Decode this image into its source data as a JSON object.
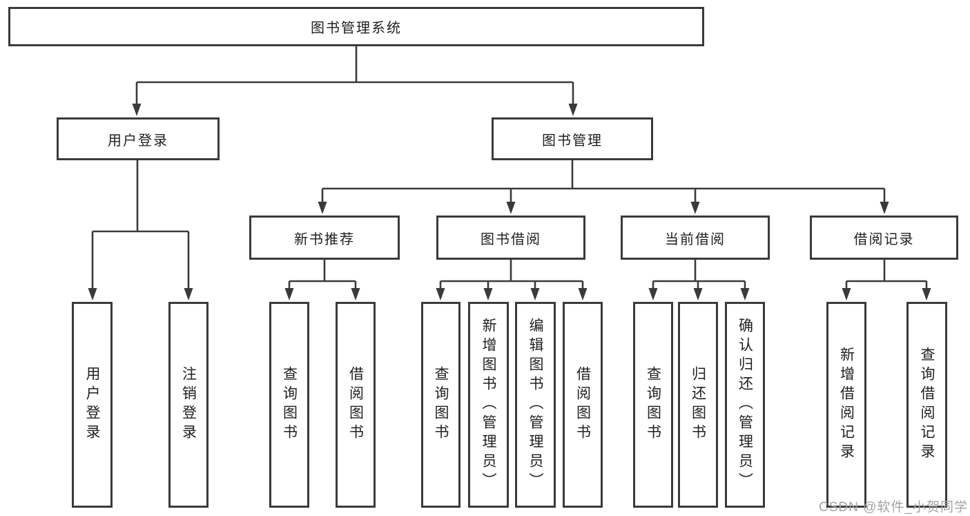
{
  "diagram": {
    "title_node": "图书管理系统",
    "level2": [
      {
        "label": "用户登录"
      },
      {
        "label": "图书管理"
      }
    ],
    "level3": [
      {
        "label": "新书推荐"
      },
      {
        "label": "图书借阅"
      },
      {
        "label": "当前借阅"
      },
      {
        "label": "借阅记录"
      }
    ],
    "leaves": [
      {
        "label": "用户登录"
      },
      {
        "label": "注销登录"
      },
      {
        "label": "查询图书"
      },
      {
        "label": "借阅图书"
      },
      {
        "label": "查询图书"
      },
      {
        "label": "新增图书（管理员）"
      },
      {
        "label": "编辑图书（管理员）"
      },
      {
        "label": "借阅图书"
      },
      {
        "label": "查询图书"
      },
      {
        "label": "归还图书"
      },
      {
        "label": "确认归还（管理员）"
      },
      {
        "label": "新增借阅记录"
      },
      {
        "label": "查询借阅记录"
      }
    ]
  },
  "watermark": "CSDN @软件_小贺同学",
  "colors": {
    "line": "#3a3a3a",
    "text": "#1f1f1f",
    "watermark": "#a3a3a3",
    "box_fill": "#ffffff"
  }
}
